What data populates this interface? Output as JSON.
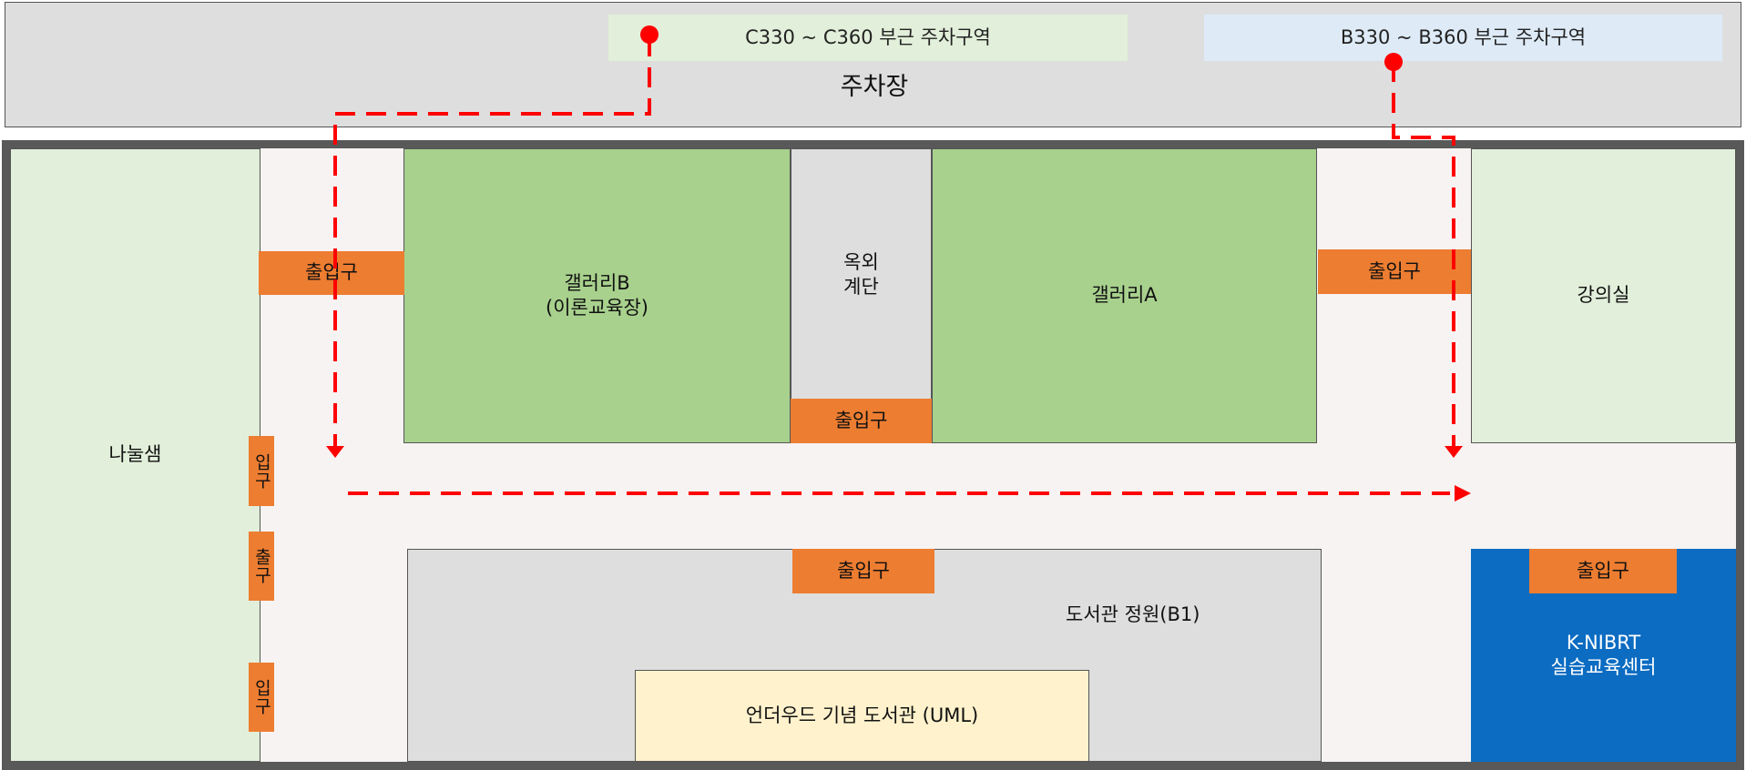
{
  "parking": {
    "title": "주차장",
    "zone_c": "C330 ~ C360  부근 주차구역",
    "zone_b": "B330 ~ B360  부근 주차구역"
  },
  "buildings": {
    "nanulsaem": "나눌샘",
    "gallery_b": "갤러리B\n(이론교육장)",
    "outdoor_stairs": "옥외\n계단",
    "gallery_a": "갤러리A",
    "lecture_room": "강의실",
    "library_garden": "도서관 정원(B1)",
    "uml": "언더우드 기념 도서관 (UML)",
    "knibrt": "K-NIBRT\n실습교육센터"
  },
  "doors": {
    "exit_entrance": "출입구",
    "entrance": "입구",
    "exit": "출구"
  },
  "colors": {
    "route": "#ff0000",
    "door": "#ed7d31",
    "gallery": "#a8d18d",
    "knibrt": "#0b6cc2"
  }
}
